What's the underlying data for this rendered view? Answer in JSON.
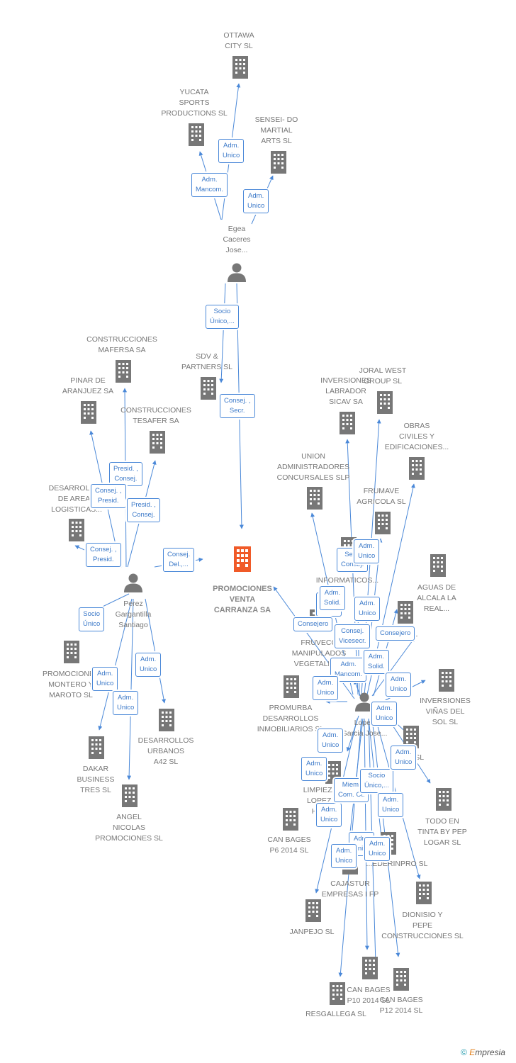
{
  "colors": {
    "company": "#777777",
    "focus": "#f05a28",
    "person": "#777777",
    "edge": "#4a88d8"
  },
  "focus": {
    "label": "PROMOCIONES\nVENTA\nCARRANZA SA"
  },
  "companies": [
    {
      "id": "ottawa",
      "label": "OTTAWA\nCITY SL"
    },
    {
      "id": "yucata",
      "label": "YUCATA\nSPORTS\nPRODUCTIONS SL"
    },
    {
      "id": "sensei",
      "label": "SENSEI- DO\nMARTIAL\nARTS SL"
    },
    {
      "id": "sdv",
      "label": "SDV &\nPARTNERS  SL"
    },
    {
      "id": "mafersa",
      "label": "CONSTRUCCIONES\nMAFERSA SA"
    },
    {
      "id": "pinar",
      "label": "PINAR DE\nARANJUEZ SA"
    },
    {
      "id": "tesafer",
      "label": "CONSTRUCCIONES\nTESAFER SA"
    },
    {
      "id": "desareas",
      "label": "DESARROLLOS\nDE AREAS\nLOGISTICAS..."
    },
    {
      "id": "montero",
      "label": "PROMOCIONES\nMONTERO Y\nMAROTO SL"
    },
    {
      "id": "a42",
      "label": "DESARROLLOS\nURBANOS\nA42 SL"
    },
    {
      "id": "dakar",
      "label": "DAKAR\nBUSINESS\nTRES SL"
    },
    {
      "id": "angel",
      "label": "ANGEL\nNICOLAS\nPROMOCIONES SL"
    },
    {
      "id": "joral",
      "label": "JORAL WEST\nGROUP SL"
    },
    {
      "id": "labrador",
      "label": "INVERSIONES\nLABRADOR\nSICAV SA"
    },
    {
      "id": "obras",
      "label": "OBRAS\nCIVILES Y\nEDIFICACIONES..."
    },
    {
      "id": "union",
      "label": "UNION\nADMINISTRADORES\nCONCURSALES SLP"
    },
    {
      "id": "frumave",
      "label": "FRUMAVE\nAGRICOLA SL"
    },
    {
      "id": "diseinf",
      "label": "DISE...\nINFORMATICOS..."
    },
    {
      "id": "aguas",
      "label": "AGUAS DE\nALCALA LA\nREAL..."
    },
    {
      "id": "p4sl",
      "label": "...4 SL"
    },
    {
      "id": "fruveco",
      "label": "FRUVECO\nMANIPULADOS\nVEGETALES..."
    },
    {
      "id": "promurba",
      "label": "PROMURBA\nDESARROLLOS\nINMOBILIARIOS SL"
    },
    {
      "id": "vinas",
      "label": "INVERSIONES\nVIÑAS DEL\nSOL SL"
    },
    {
      "id": "co",
      "label": "CO...  SL"
    },
    {
      "id": "limpiezas",
      "label": "LIMPIEZA...\nLOPEZ ...\nHIJO..."
    },
    {
      "id": "todo",
      "label": "TODO EN\nTINTA BY PEP\nLOGAR SL"
    },
    {
      "id": "p6",
      "label": "CAN BAGES\nP6 2014  SL"
    },
    {
      "id": "ederinpro",
      "label": "...EDERINPRO  SL"
    },
    {
      "id": "cajastur",
      "label": "CAJASTUR\nEMPRESAS I FP"
    },
    {
      "id": "dionisio",
      "label": "DIONISIO Y\nPEPE\nCONSTRUCCIONES SL"
    },
    {
      "id": "janpejo",
      "label": "JANPEJO SL"
    },
    {
      "id": "p10",
      "label": "CAN BAGES\nP10 2014  SL"
    },
    {
      "id": "p12",
      "label": "CAN BAGES\nP12 2014  SL"
    },
    {
      "id": "resgallega",
      "label": "RESGALLEGA SL"
    }
  ],
  "persons": [
    {
      "id": "egea",
      "label": "Egea\nCaceres\nJose..."
    },
    {
      "id": "perez",
      "label": "Perez\nGargantilla\nSantiago"
    },
    {
      "id": "lopez",
      "label": "Lopez\nGarcia Jose..."
    }
  ],
  "edge_labels": [
    {
      "id": "e1",
      "text": "Adm.\nUnico"
    },
    {
      "id": "e2",
      "text": "Adm.\nMancom."
    },
    {
      "id": "e3",
      "text": "Adm.\nUnico"
    },
    {
      "id": "e4",
      "text": "Socio\nÚnico,..."
    },
    {
      "id": "e5",
      "text": "Consej. ,\nSecr."
    },
    {
      "id": "e6",
      "text": "Presid. ,\nConsej."
    },
    {
      "id": "e7",
      "text": "Consej. ,\nPresid."
    },
    {
      "id": "e8",
      "text": "Presid. ,\nConsej."
    },
    {
      "id": "e9",
      "text": "Consej. ,\nPresid."
    },
    {
      "id": "e10",
      "text": "Consej.\nDel.,..."
    },
    {
      "id": "e11",
      "text": "Socio\nÚnico"
    },
    {
      "id": "e12",
      "text": "Adm.\nUnico"
    },
    {
      "id": "e13",
      "text": "Adm.\nUnico"
    },
    {
      "id": "e14",
      "text": "Adm.\nUnico"
    },
    {
      "id": "e15",
      "text": "Adm.\nUnico"
    },
    {
      "id": "e16",
      "text": "Secr.\nConsej."
    },
    {
      "id": "e17",
      "text": "Adm.\nUnico"
    },
    {
      "id": "e18",
      "text": "Adm.\nSolid."
    },
    {
      "id": "e19",
      "text": "Adm.\nUnico"
    },
    {
      "id": "e20",
      "text": "Consejero"
    },
    {
      "id": "e21",
      "text": "Consej.\nVicesecr."
    },
    {
      "id": "e22",
      "text": "Consejero"
    },
    {
      "id": "e23",
      "text": "Adm.\nMancom."
    },
    {
      "id": "e24",
      "text": "Adm.\nSolid."
    },
    {
      "id": "e25",
      "text": "Adm.\nUnico"
    },
    {
      "id": "e26",
      "text": "Adm.\nUnico"
    },
    {
      "id": "e27",
      "text": "Adm.\nUnico"
    },
    {
      "id": "e28",
      "text": "Adm.\nUnico"
    },
    {
      "id": "e29",
      "text": "Adm.\nUnico"
    },
    {
      "id": "e30",
      "text": "Adm.\nUnico"
    },
    {
      "id": "e31",
      "text": "Miem.\nCom. Ct."
    },
    {
      "id": "e32",
      "text": "Socio\nÚnico,..."
    },
    {
      "id": "e33",
      "text": "Adm.\nUnico"
    },
    {
      "id": "e34",
      "text": "Adm.\nUnico"
    },
    {
      "id": "e35",
      "text": "Adm.\nUnico"
    },
    {
      "id": "e36",
      "text": "Adm.\nUnico"
    },
    {
      "id": "e37",
      "text": "Adm.\nUnico"
    }
  ],
  "footer": {
    "copyright": "©",
    "brand_first": "E",
    "brand_rest": "mpresia"
  }
}
